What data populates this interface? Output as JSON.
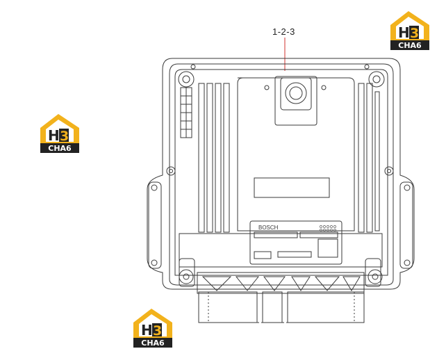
{
  "part_callout": "1-2-3",
  "ecu_label": {
    "brand": "BOSCH"
  },
  "logo": {
    "letter": "H",
    "numeral": "3",
    "band_text": "CHA6"
  },
  "colors": {
    "logo_gold": "#f2b21c",
    "logo_dark": "#222222",
    "line": "#3a3a3a",
    "leader": "#d9534f"
  }
}
